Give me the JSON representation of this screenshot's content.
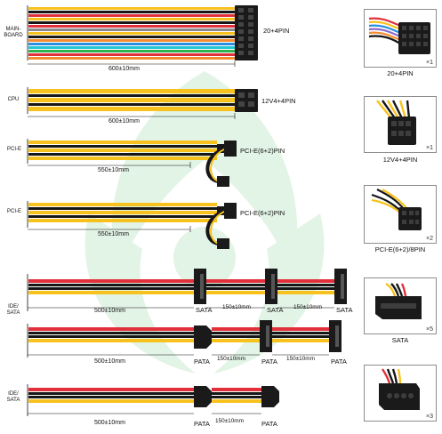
{
  "colors": {
    "yellow": "#f7c21d",
    "black": "#161616",
    "red": "#e2303b",
    "orange": "#f68c31",
    "blue": "#2a8fde",
    "cyan": "#22c6d6",
    "green": "#2fb24d",
    "gray": "#8a8a8a",
    "white": "#f4f4f4",
    "purple": "#8d6cc9",
    "watermark": "#bfe8c7"
  },
  "rows": {
    "mainboard": {
      "side_label_1": "MAIN-",
      "side_label_2": "BOARD",
      "connector": "20+4PIN",
      "length": "600±10mm"
    },
    "cpu": {
      "side_label": "CPU",
      "connector": "12V4+4PIN",
      "length": "600±10mm"
    },
    "pcie1": {
      "side_label": "PCI-E",
      "connector": "PCI-E(6+2)PIN",
      "length": "550±10mm"
    },
    "pcie2": {
      "side_label": "PCI-E",
      "connector": "PCI-E(6+2)PIN",
      "length": "550±10mm"
    },
    "ide_sata1": {
      "side_label_1": "IDE/",
      "side_label_2": "SATA",
      "length": "500±10mm",
      "seg1": "150±10mm",
      "seg2": "150±10mm",
      "conn1": "SATA",
      "conn2": "SATA",
      "conn3": "SATA"
    },
    "ide_sata2": {
      "length": "500±10mm",
      "seg1": "150±10mm",
      "seg2": "150±10mm",
      "conn1": "PATA",
      "conn2": "PATA",
      "conn3": "PATA"
    },
    "ide_sata3": {
      "side_label_1": "IDE/",
      "side_label_2": "SATA",
      "length": "500±10mm",
      "seg1": "150±10mm",
      "conn1": "PATA",
      "conn2": "PATA"
    }
  },
  "photos": [
    {
      "label": "20+4PIN",
      "qty": "×1"
    },
    {
      "label": "12V4+4PIN",
      "qty": "×1"
    },
    {
      "label": "PCI-E(6+2)/8PIN",
      "qty": "×2"
    },
    {
      "label": "SATA",
      "qty": "×5"
    },
    {
      "label": "",
      "qty": "×3"
    }
  ]
}
